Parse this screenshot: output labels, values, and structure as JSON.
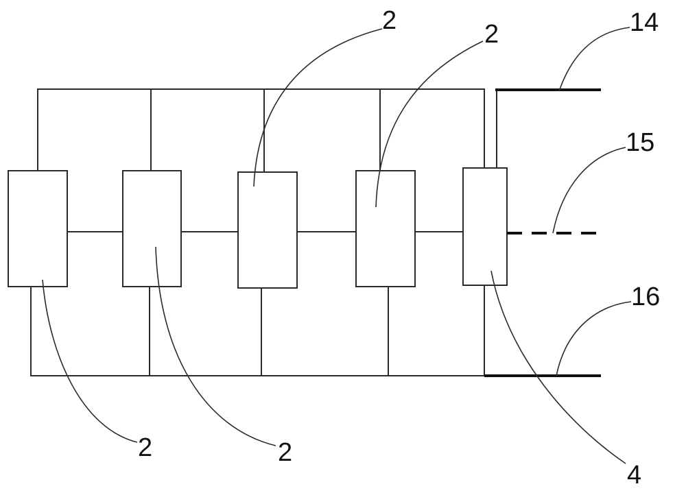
{
  "diagram": {
    "labels": {
      "module_top_1": "2",
      "module_top_2": "2",
      "module_bottom_1": "2",
      "module_bottom_2": "2",
      "end_module": "4",
      "line_top": "14",
      "line_middle": "15",
      "line_bottom": "16"
    }
  }
}
